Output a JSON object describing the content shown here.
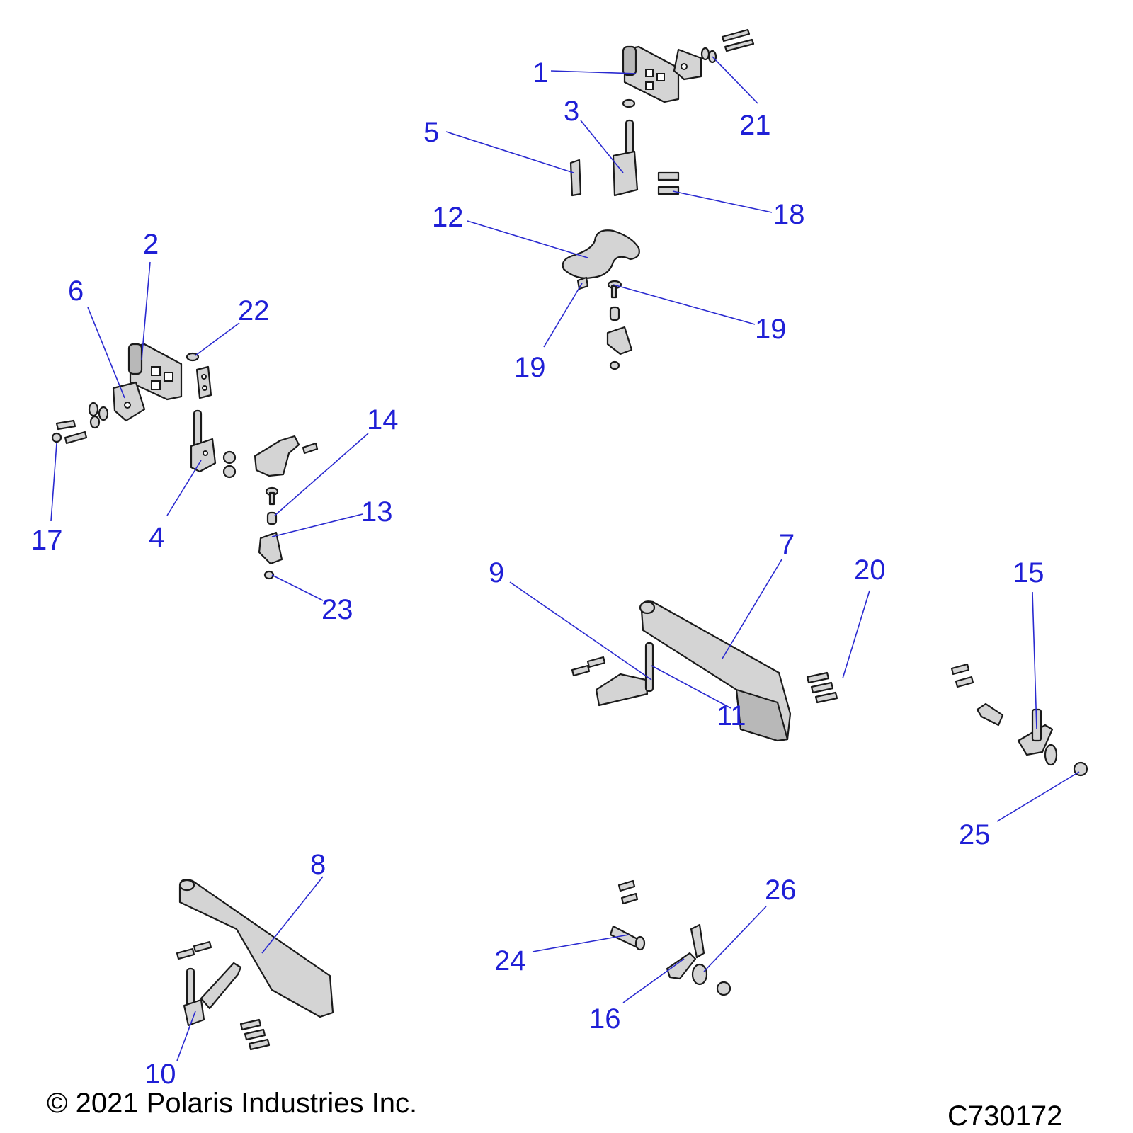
{
  "callouts": {
    "c1": "1",
    "c2": "2",
    "c3": "3",
    "c4": "4",
    "c5": "5",
    "c6": "6",
    "c7": "7",
    "c8": "8",
    "c9": "9",
    "c10": "10",
    "c11": "11",
    "c12": "12",
    "c13": "13",
    "c14": "14",
    "c15": "15",
    "c16": "16",
    "c17": "17",
    "c18": "18",
    "c19a": "19",
    "c19b": "19",
    "c20": "20",
    "c21": "21",
    "c22": "22",
    "c23": "23",
    "c24": "24",
    "c25": "25",
    "c26": "26"
  },
  "footer": {
    "copyright": "© 2021 Polaris Industries Inc.",
    "code": "C730172"
  }
}
